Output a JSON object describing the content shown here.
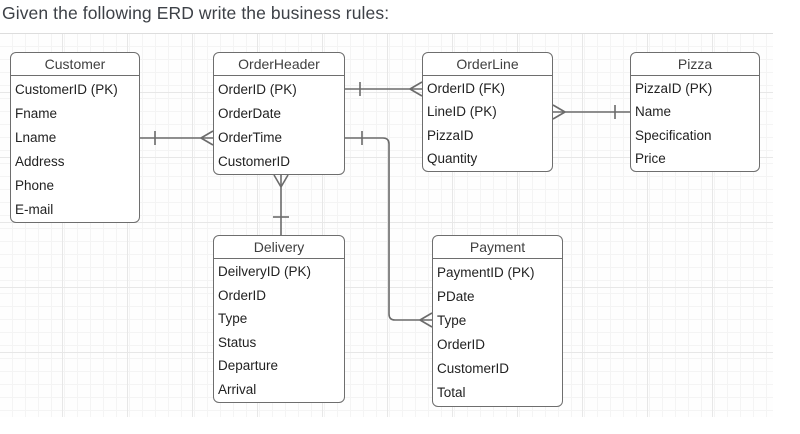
{
  "title": "Given the following ERD write the business rules:",
  "erd": {
    "entities": [
      {
        "name": "Customer",
        "attributes": [
          "CustomerID (PK)",
          "Fname",
          "Lname",
          "Address",
          "Phone",
          "E-mail"
        ]
      },
      {
        "name": "OrderHeader",
        "attributes": [
          "OrderID (PK)",
          "OrderDate",
          "OrderTime",
          "CustomerID"
        ]
      },
      {
        "name": "OrderLine",
        "attributes": [
          "OrderID (FK)",
          "LineID (PK)",
          "PizzaID",
          "Quantity"
        ]
      },
      {
        "name": "Pizza",
        "attributes": [
          "PizzaID (PK)",
          "Name",
          "Specification",
          "Price"
        ]
      },
      {
        "name": "Delivery",
        "attributes": [
          "DeilveryID (PK)",
          "OrderID",
          "Type",
          "Status",
          "Departure",
          "Arrival"
        ]
      },
      {
        "name": "Payment",
        "attributes": [
          "PaymentID (PK)",
          "PDate",
          "Type",
          "OrderID",
          "CustomerID",
          "Total"
        ]
      }
    ],
    "relationships": [
      {
        "from": "Customer",
        "to": "OrderHeader",
        "from_end": "one",
        "to_end": "many"
      },
      {
        "from": "OrderHeader",
        "to": "OrderLine",
        "from_end": "one",
        "to_end": "many"
      },
      {
        "from": "Pizza",
        "to": "OrderLine",
        "from_end": "one",
        "to_end": "many"
      },
      {
        "from": "Delivery",
        "to": "OrderHeader",
        "from_end": "one",
        "to_end": "many"
      },
      {
        "from": "OrderHeader",
        "to": "Payment",
        "from_end": "one",
        "to_end": "many"
      }
    ],
    "colors": {
      "connector": "#6b6b6b",
      "entity_border": "#6e6e6e",
      "entity_text": "#222222",
      "title_text": "#3d4147",
      "grid_minor": "#f4f4f4",
      "grid_major": "#e7e7e7"
    }
  }
}
